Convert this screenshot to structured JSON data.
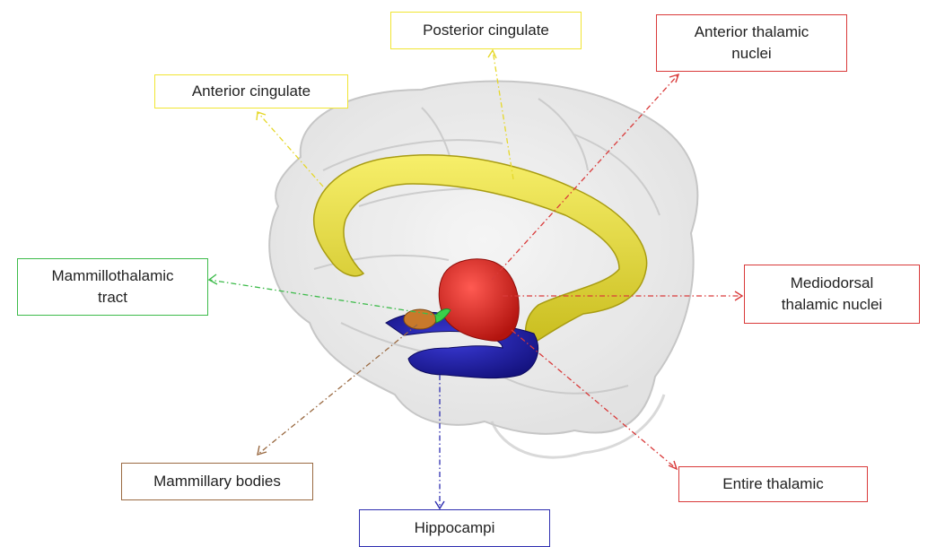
{
  "colors": {
    "cingulate": "#ede23a",
    "thalamic": "#e52620",
    "hippocampi": "#1d1ba8",
    "mammillary": "#c8792b",
    "tract": "#3ad04a",
    "brain": "#cfcfcf",
    "box_yellow": "#f1e532",
    "box_red": "#d93a3a",
    "box_green": "#3dbb4a",
    "box_brown": "#9a6a42",
    "box_blue": "#2e2eb0"
  },
  "labels": {
    "posterior_cingulate": "Posterior cingulate",
    "anterior_cingulate": "Anterior cingulate",
    "anterior_thalamic_l1": "Anterior thalamic",
    "anterior_thalamic_l2": "nuclei",
    "mammillothalamic_l1": "Mammillothalamic",
    "mammillothalamic_l2": "tract",
    "mediodorsal_l1": "Mediodorsal",
    "mediodorsal_l2": "thalamic nuclei",
    "mammillary_bodies": "Mammillary bodies",
    "entire_thalamic": "Entire thalamic",
    "hippocampi": "Hippocampi"
  }
}
